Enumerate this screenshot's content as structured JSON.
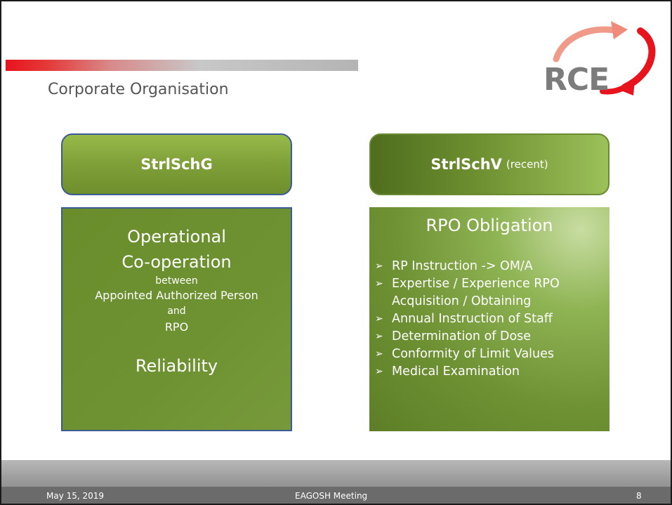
{
  "slide": {
    "title": "Corporate Organisation",
    "logo_text": "RCE",
    "left_pill": {
      "title": "StrlSchG"
    },
    "right_pill": {
      "title": "StrlSchV",
      "subtitle": "(recent)"
    },
    "left_box": {
      "line1": "Operational",
      "line2": "Co-operation",
      "line3": "between",
      "line4": "Appointed Authorized Person",
      "line5": "and",
      "line6": "RPO",
      "line7": "Reliability"
    },
    "right_box": {
      "heading": "RPO Obligation",
      "bullet_icon": "arrowhead-bullet-icon",
      "items": [
        "RP Instruction  -> OM/A",
        "Expertise / Experience RPO",
        "Acquisition / Obtaining",
        "Annual Instruction of Staff",
        "Determination of Dose",
        "Conformity of Limit Values",
        "Medical Examination"
      ]
    },
    "footer": {
      "date": "May 15, 2019",
      "event": "EAGOSH Meeting",
      "page": "8"
    }
  },
  "colors": {
    "title_bar_red": "#e8141d",
    "box_green": "#6e9232",
    "pill_border_blue": "#3b5b96",
    "logo_red": "#e8141d"
  }
}
